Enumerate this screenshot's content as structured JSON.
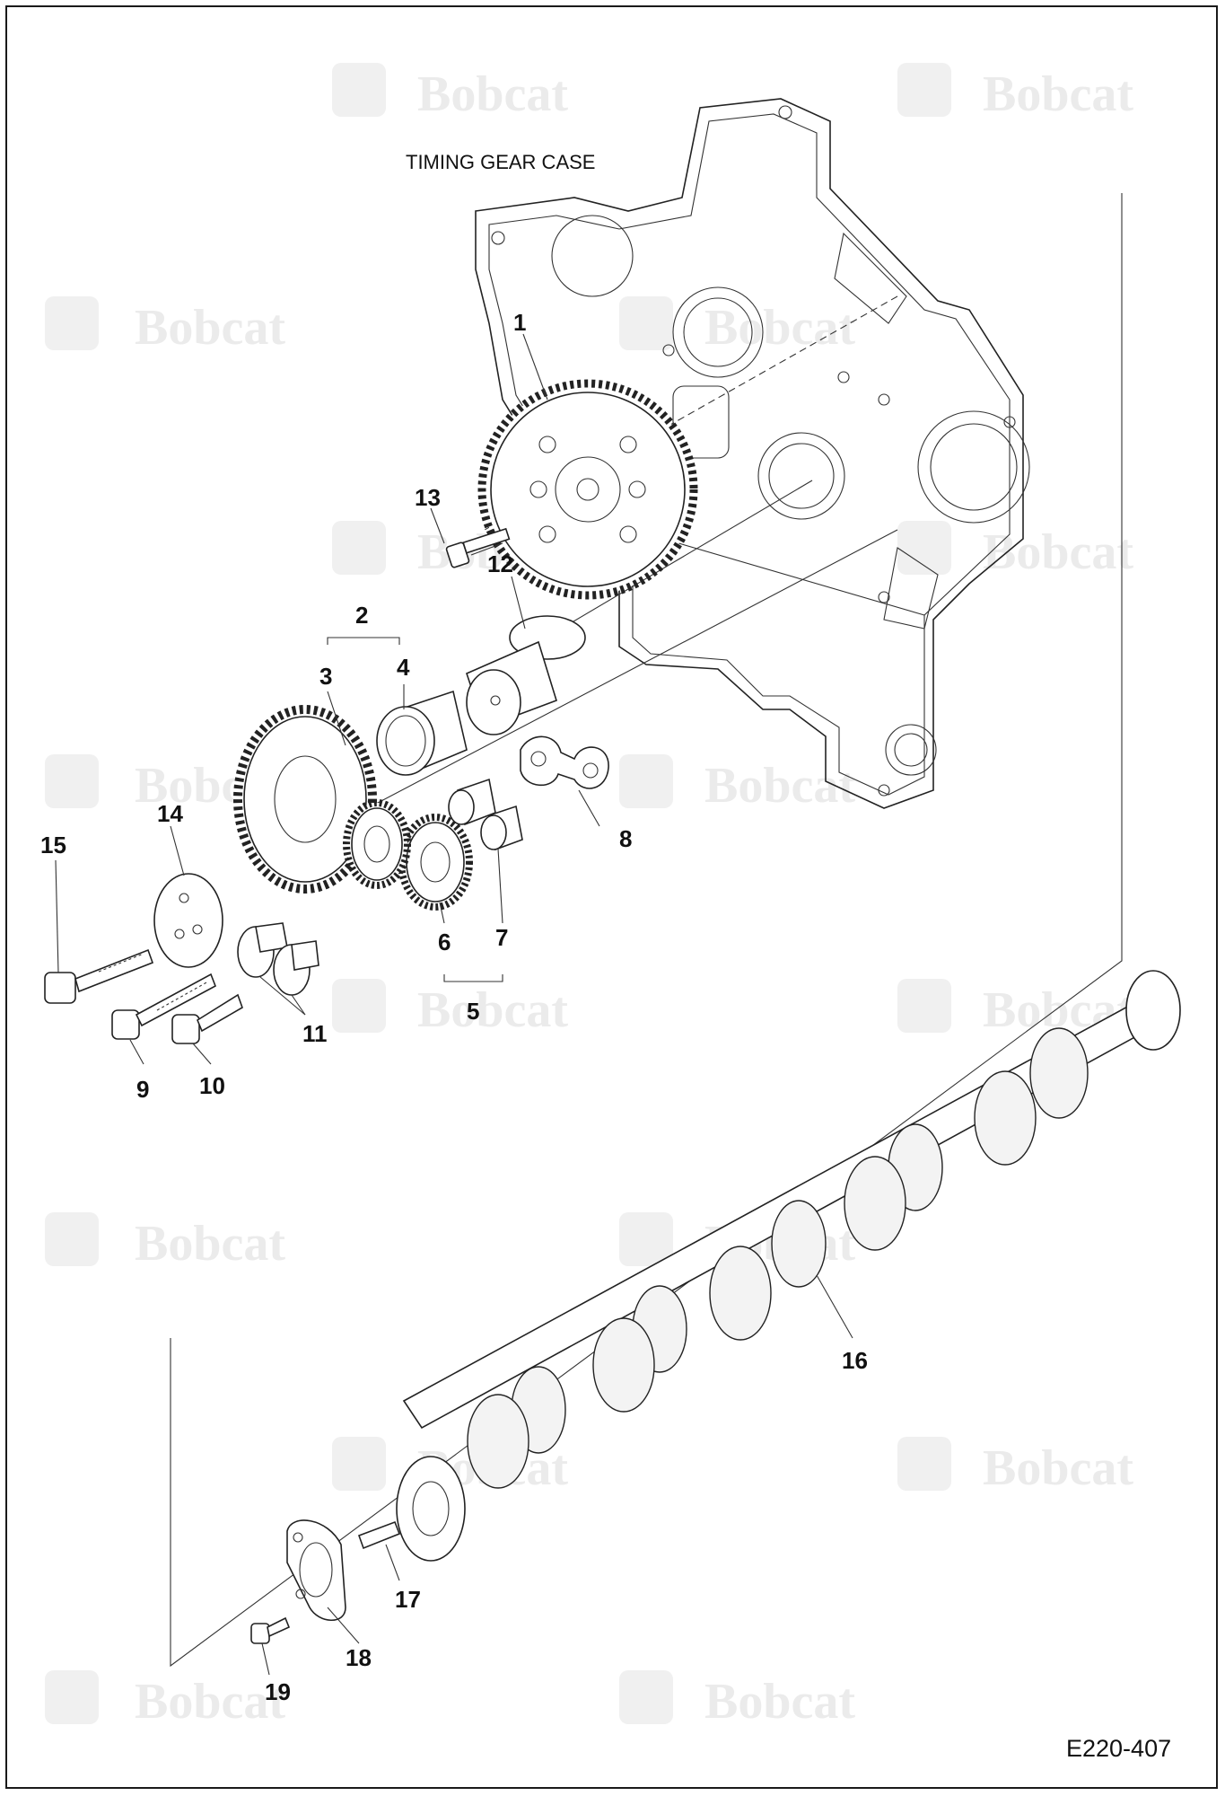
{
  "diagram": {
    "case_label": "TIMING GEAR CASE",
    "drawing_code": "E220-407",
    "watermark": "Bobcat",
    "callouts": [
      "1",
      "2",
      "3",
      "4",
      "5",
      "6",
      "7",
      "8",
      "9",
      "10",
      "11",
      "12",
      "13",
      "14",
      "15",
      "16",
      "17",
      "18",
      "19"
    ]
  }
}
